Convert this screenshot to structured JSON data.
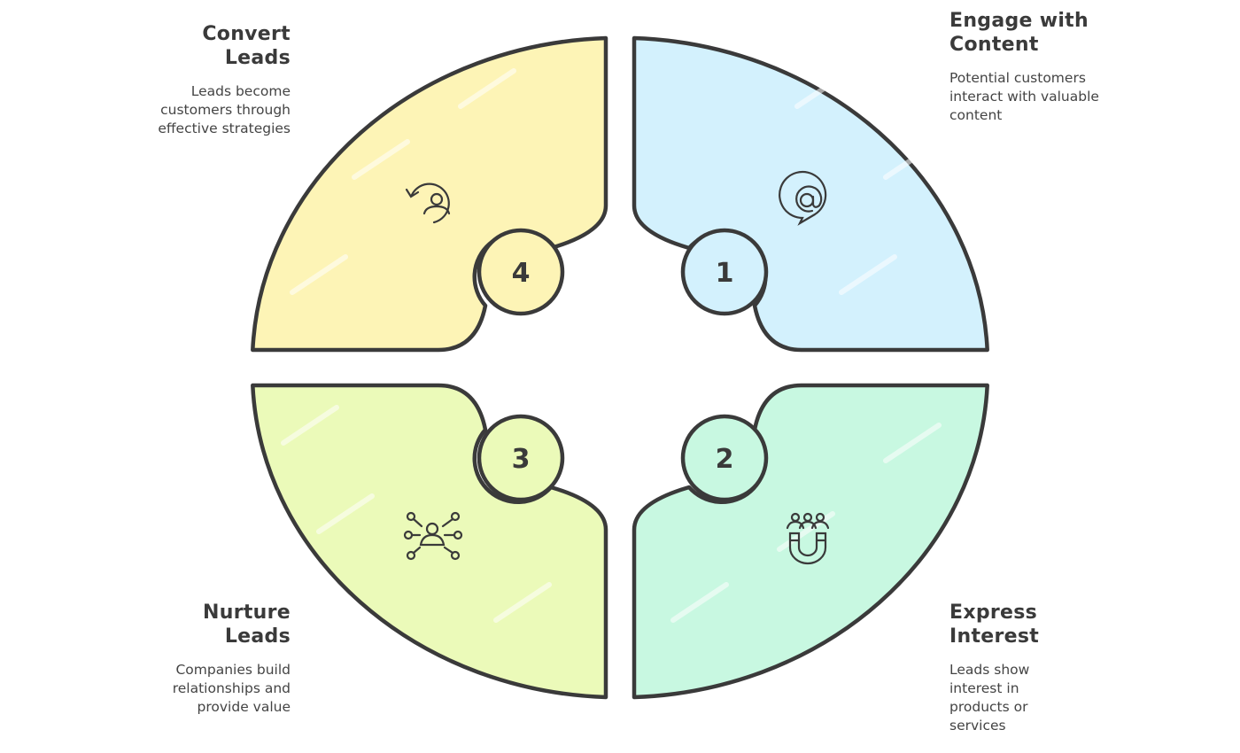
{
  "steps": [
    {
      "number": "1",
      "title": "Engage with Content",
      "title_lines": [
        "Engage with",
        "Content"
      ],
      "description": "Potential customers interact with valuable content",
      "icon": "at-sign-speech-bubble-icon",
      "color": "#d3f1fd"
    },
    {
      "number": "2",
      "title": "Express Interest",
      "title_lines": [
        "Express",
        "Interest"
      ],
      "description": "Leads show interest in products or services",
      "icon": "people-magnet-icon",
      "color": "#c8f8e1"
    },
    {
      "number": "3",
      "title": "Nurture Leads",
      "title_lines": [
        "Nurture",
        "Leads"
      ],
      "description": "Companies build relationships and provide value",
      "icon": "person-network-icon",
      "color": "#ebfab9"
    },
    {
      "number": "4",
      "title": "Convert Leads",
      "title_lines": [
        "Convert",
        "Leads"
      ],
      "description": "Leads become customers through effective strategies",
      "icon": "user-refresh-icon",
      "color": "#fdf4b6"
    }
  ],
  "stroke_color": "#3a3a3a"
}
